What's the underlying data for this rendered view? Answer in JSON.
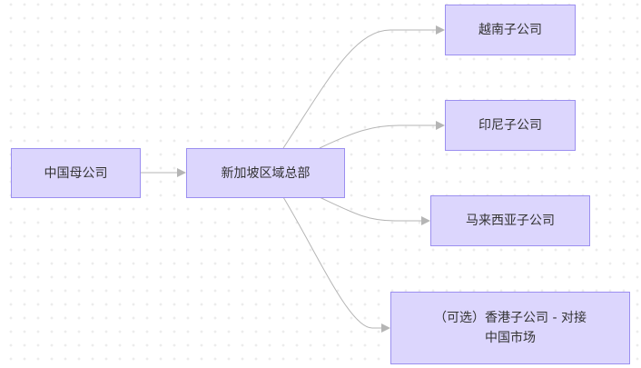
{
  "diagram": {
    "type": "flowchart",
    "direction": "LR",
    "colors": {
      "node_fill": "#dcd6fd",
      "node_border": "#9b8ff0",
      "edge": "#b5b5b5",
      "text": "#333333",
      "grid": "#e6e6e6"
    },
    "nodes": [
      {
        "id": "cn",
        "label": "中国母公司"
      },
      {
        "id": "sg",
        "label": "新加坡区域总部"
      },
      {
        "id": "vn",
        "label": "越南子公司"
      },
      {
        "id": "id",
        "label": "印尼子公司"
      },
      {
        "id": "my",
        "label": "马来西亚子公司"
      },
      {
        "id": "hk",
        "label_line1": "（可选）香港子公司 - 对接",
        "label_line2": "中国市场"
      }
    ],
    "edges": [
      {
        "from": "cn",
        "to": "sg"
      },
      {
        "from": "sg",
        "to": "vn"
      },
      {
        "from": "sg",
        "to": "id"
      },
      {
        "from": "sg",
        "to": "my"
      },
      {
        "from": "sg",
        "to": "hk"
      }
    ]
  }
}
